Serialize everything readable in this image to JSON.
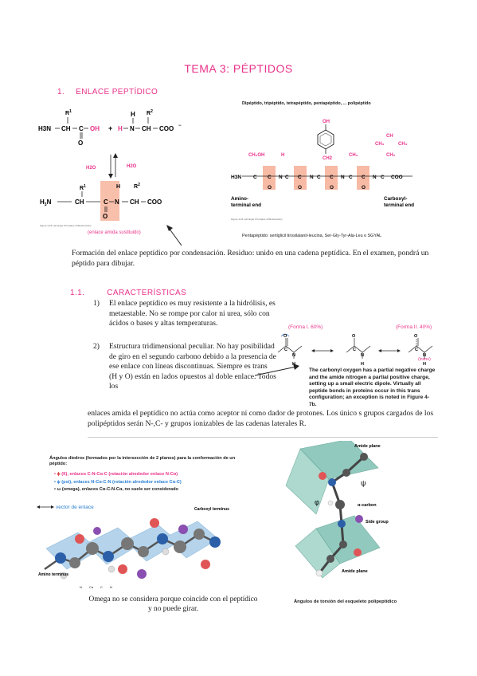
{
  "page_title": "TEMA 3: PÉPTIDOS",
  "section1": {
    "num": "1.",
    "title": "ENLACE PEPTÍDICO"
  },
  "figure_reaction": {
    "reactant1": {
      "r": "R",
      "sup1": "1",
      "h3n": "H3N",
      "ch": "CH",
      "c": "C",
      "oh": "OH",
      "o": "O"
    },
    "plus": "+",
    "reactant2": {
      "h": "H",
      "n": "N",
      "ch": "CH",
      "coo": "COO",
      "r": "R",
      "sup2": "2"
    },
    "water1": "H2O",
    "water2": "H2O",
    "product_coo": "COO",
    "caption": "(enlace amida sustituido)",
    "tiny_caption": "Figure 3-19 Lehninger Principles of Biochemistry"
  },
  "figure_pentapeptide": {
    "header": "Dipéptido, tripéptido, tetrapéptido, pentapéptido, ... polipéptido",
    "oh": "OH",
    "ch2": "CH2",
    "ch": "CH",
    "ch3": "CH3",
    "coo": "COO",
    "h3n": "H3N",
    "amino_label": "Amino-\nterminal end",
    "carboxyl_label": "Carboxyl-\nterminal end",
    "caption": "Pentapéptido: serilglicil tirosilalanil-leucina, Ser-Gly-Tyr-Ala-Leu o SGYAL",
    "tiny_caption": "Figure 3-16 Lehninger Principles of Biochemistry"
  },
  "paragraph1": "Formación del enlace peptídico por condensación. Residuo: unido en una cadena peptídica. En el examen, pondrá un péptido para dibujar.",
  "section11": {
    "num": "1.1.",
    "title": "CARACTERÍSTICAS"
  },
  "list": [
    {
      "n": "1)",
      "text": "El enlace peptídico es muy resistente a la hidrólisis, es metaestable. No se rompe por calor ni urea, sólo con ácidos o bases y altas temperaturas."
    },
    {
      "n": "2)",
      "text": "Estructura tridimensional peculiar. No hay posibilidad de giro en el segundo carbono debido a la presencia de ese enlace con líneas discontinuas. Siempre es trans (H y O) están en lados opuestos al doble enlace. Todos los"
    }
  ],
  "paragraph2_cont": "enlaces amida el peptídico no actúa como aceptor ni como dador de protones. Los único s grupos cargados de los polipéptidos serán N-,C- y grupos ionizables de las cadenas laterales R.",
  "figure_resonance": {
    "form1": "(Forma I. 60%)",
    "form2": "(Forma II. 40%)",
    "trans": "(trans)",
    "text": "The carbonyl oxygen has a partial negative charge and the amide nitrogen a partial positive charge, setting up a small electric dipole. Virtually all peptide bonds in proteins occur in this trans configuration; an exception is noted in Figure 4-7b."
  },
  "figure_dihedral": {
    "title": "Ángulos diedros (formados por la intersección de 2 planos) para la conformación de un péptido:",
    "phi": "(fi), enlaces C-N-Cα-C (rotación alrededor enlace N-Cα)",
    "psi": "(psi), enlaces N-Cα-C-N (rotación alrededor enlace Cα-C)",
    "omega": "(omega), enlaces Cα-C-N-Cα, no suele ser considerado",
    "vector": "vector de enlace",
    "carboxyl": "Carboxyl terminus",
    "amino": "Amino terminus"
  },
  "caption_omega": "Omega no se considera porque coincide con el peptídico y no puede girar.",
  "figure_torsion": {
    "amide_plane_top": "Amide plane",
    "alpha_carbon": "α-carbon",
    "side_group": "Side group",
    "amide_plane_bottom": "Amide plane",
    "psi_symbol": "ψ",
    "phi_symbol": "φ",
    "caption": "Ángulos de torsión del esqueleto polipeptídico"
  }
}
